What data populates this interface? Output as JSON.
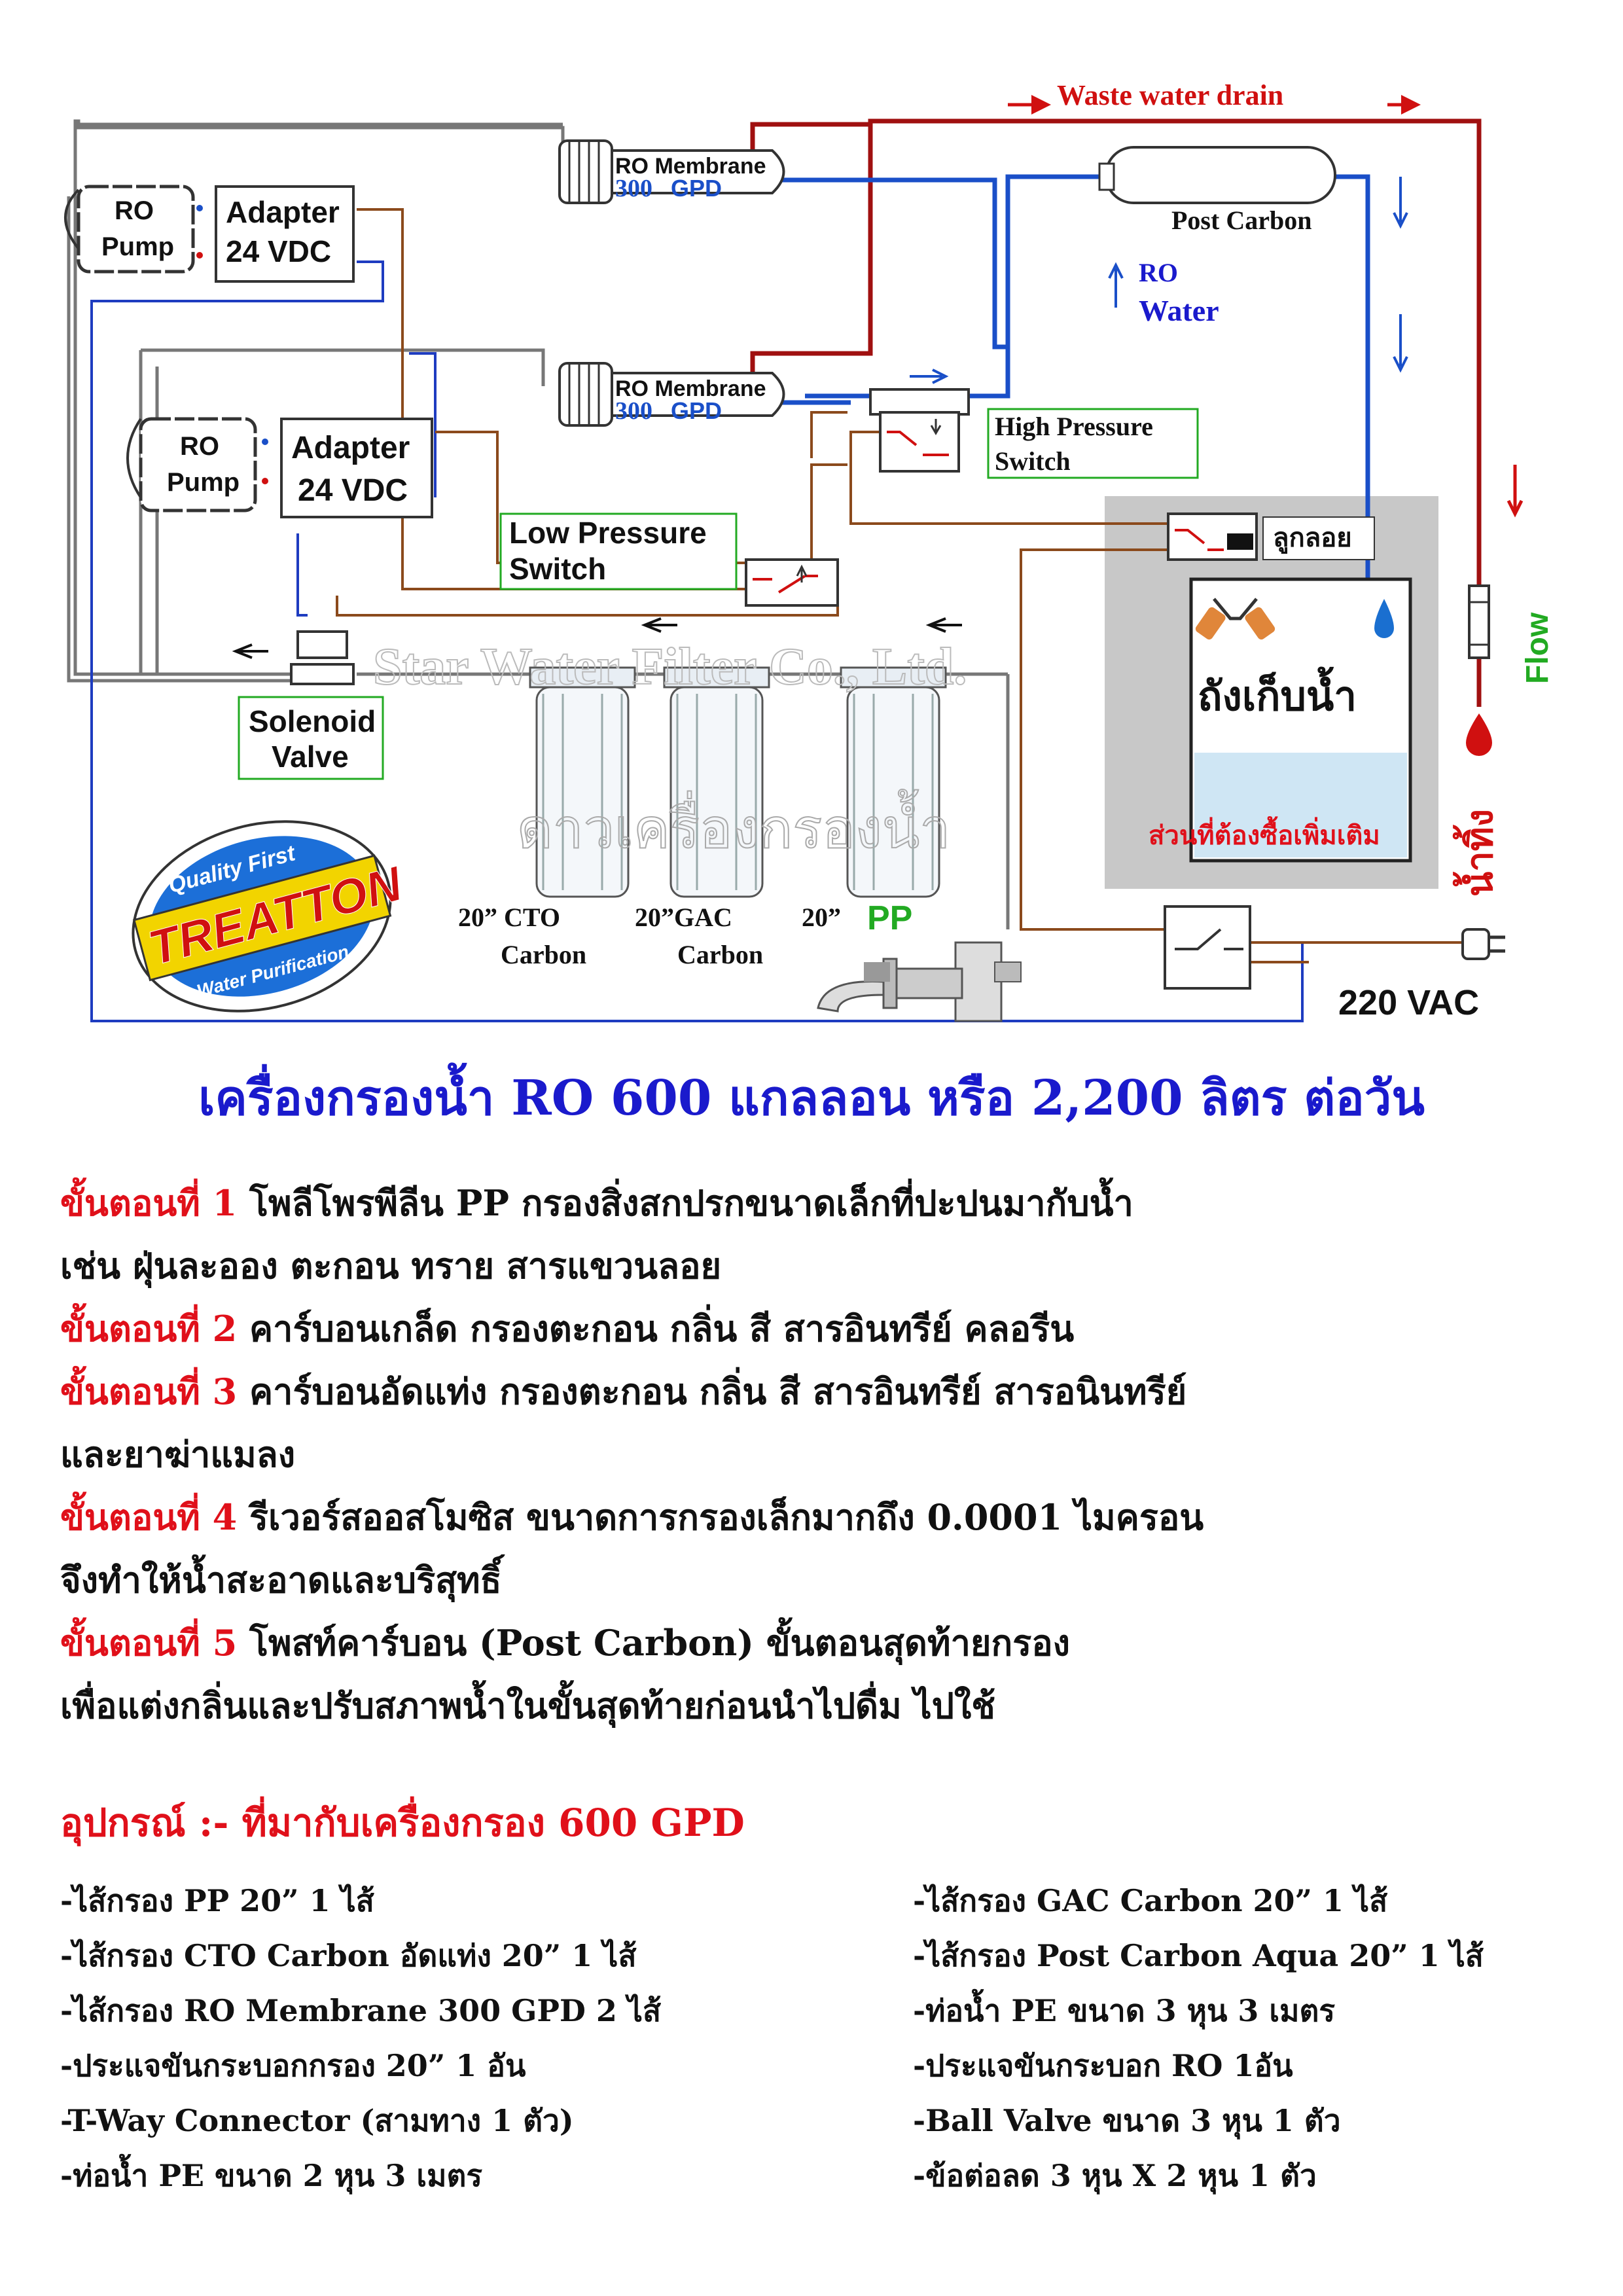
{
  "diagram": {
    "waste_drain": "Waste water drain",
    "ro_membrane_label": "RO Membrane",
    "ro_membrane_capacity": "300",
    "ro_membrane_unit": "GPD",
    "post_carbon": "Post Carbon",
    "ro_water_1": "RO",
    "ro_water_2": "Water",
    "ro_pump_1": "RO",
    "ro_pump_2": "Pump",
    "adapter_1": "Adapter",
    "adapter_2": "24 VDC",
    "high_pressure_1": "High Pressure",
    "high_pressure_2": "Switch",
    "low_pressure_1": "Low Pressure",
    "low_pressure_2": "Switch",
    "float": "ลูกลอย",
    "tank": "ถังเก็บน้ำ",
    "buy_extra": "ส่วนที่ต้องซื้อเพิ่มเติม",
    "flow": "Flow",
    "waste_vertical": "น้ำทิ้ง",
    "solenoid_1": "Solenoid",
    "solenoid_2": "Valve",
    "watermark_en": "Star Water Filter Co., Ltd.",
    "watermark_th": "ดาวเครื่องกรองน้ำ",
    "cto_1": "20” CTO",
    "cto_2": "Carbon",
    "gac_1": "20”GAC",
    "gac_2": "Carbon",
    "pp_size": "20”",
    "pp": "PP",
    "vac": "220 VAC",
    "logo_top": "Quality First",
    "logo_brand": "TREATTON",
    "logo_bottom": "Water Purification"
  },
  "title": "เครื่องกรองน้ำ RO 600 แกลลอน หรือ 2,200  ลิตร ต่อวัน",
  "steps": [
    {
      "label": "ขั้นตอนที่ 1",
      "text": " โพลีโพรพีลีน PP กรองสิ่งสกปรกขนาดเล็กที่ปะปนมากับน้ำ",
      "cont": "เช่น ฝุ่นละออง ตะกอน ทราย สารแขวนลอย"
    },
    {
      "label": "ขั้นตอนที่ 2",
      "text": "  คาร์บอนเกล็ด กรองตะกอน กลิ่น สี สารอินทรีย์ คลอรีน",
      "cont": ""
    },
    {
      "label": "ขั้นตอนที่ 3",
      "text": "  คาร์บอนอัดแท่ง  กรองตะกอน กลิ่น สี สารอินทรีย์ สารอนินทรีย์",
      "cont": " และยาฆ่าแมลง"
    },
    {
      "label": "ขั้นตอนที่ 4",
      "text": " รีเวอร์สออสโมซิส ขนาดการกรองเล็กมากถึง 0.0001 ไมครอน",
      "cont": "จึงทำให้น้ำสะอาดและบริสุทธิ์"
    },
    {
      "label": "ขั้นตอนที่ 5",
      "text": "  โพสท์คาร์บอน (Post Carbon) ขั้นตอนสุดท้ายกรอง",
      "cont": "เพื่อแต่งกลิ่นและปรับสภาพน้ำในขั้นสุดท้ายก่อนนำไปดื่ม ไปใช้"
    }
  ],
  "equipment_title": "อุปกรณ์ :- ที่มากับเครื่องกรอง 600 GPD",
  "equipment_left": [
    "-ไส้กรอง PP 20”   1 ไส้",
    "-ไส้กรอง CTO Carbon อัดแท่ง  20”   1 ไส้",
    "-ไส้กรอง RO Membrane  300 GPD   2 ไส้",
    "-ประแจขันกระบอกกรอง 20” 1 อัน",
    "-T-Way Connector (สามทาง 1 ตัว)",
    "-ท่อน้ำ PE ขนาด 2 หุน 3 เมตร"
  ],
  "equipment_right": [
    "-ไส้กรอง GAC Carbon  20”   1  ไส้",
    "-ไส้กรอง Post Carbon Aqua 20” 1 ไส้",
    "-ท่อน้ำ PE ขนาด 3 หุน 3 เมตร",
    "-ประแจขันกระบอก RO 1อัน",
    "-Ball Valve ขนาด 3 หุน  1 ตัว",
    "-ข้อต่อลด 3 หุน X 2 หุน  1 ตัว"
  ],
  "colors": {
    "title_blue": "#1a1acc",
    "step_red": "#e0101a",
    "pipe_red": "#a01010",
    "pipe_blue": "#1a4fc8",
    "pipe_brown": "#8b4a1c",
    "label_green": "#22aa22"
  }
}
